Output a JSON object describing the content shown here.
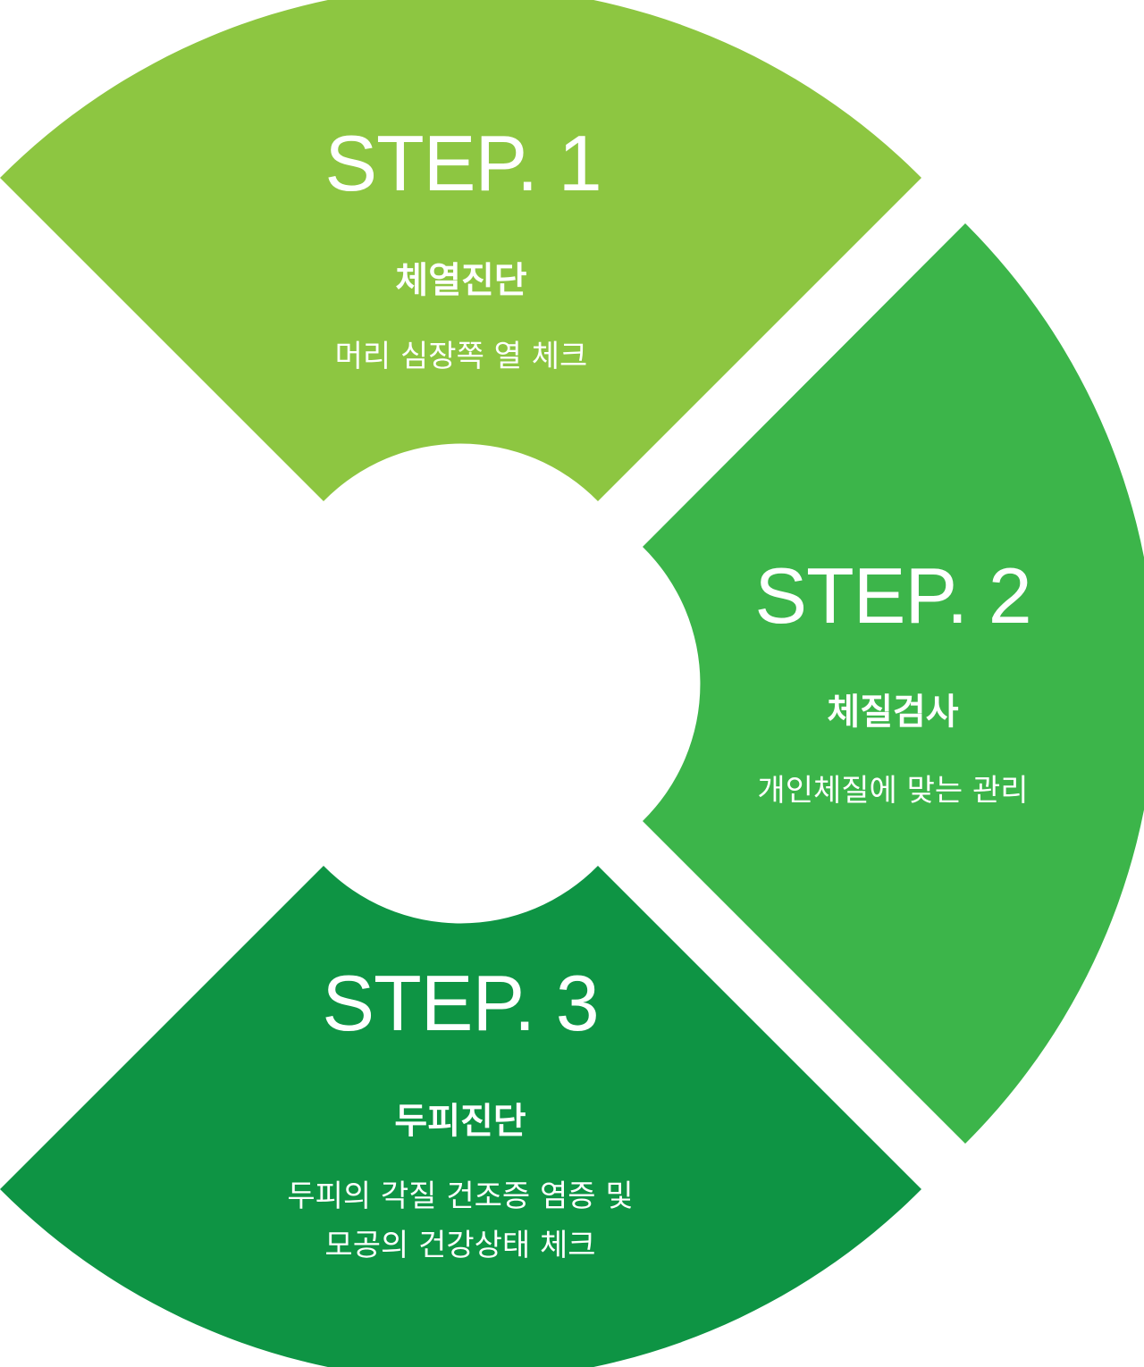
{
  "colors": {
    "step1": "#8dc641",
    "step2": "#3cb54a",
    "step3": "#0e9444"
  },
  "steps": [
    {
      "number": "STEP. 1",
      "title": "체열진단",
      "description": [
        "머리 심장쪽 열 체크"
      ]
    },
    {
      "number": "STEP. 2",
      "title": "체질검사",
      "description": [
        "개인체질에 맞는 관리"
      ]
    },
    {
      "number": "STEP. 3",
      "title": "두피진단",
      "description": [
        "두피의 각질 건조증 염증 및",
        "모공의 건강상태 체크"
      ]
    }
  ]
}
